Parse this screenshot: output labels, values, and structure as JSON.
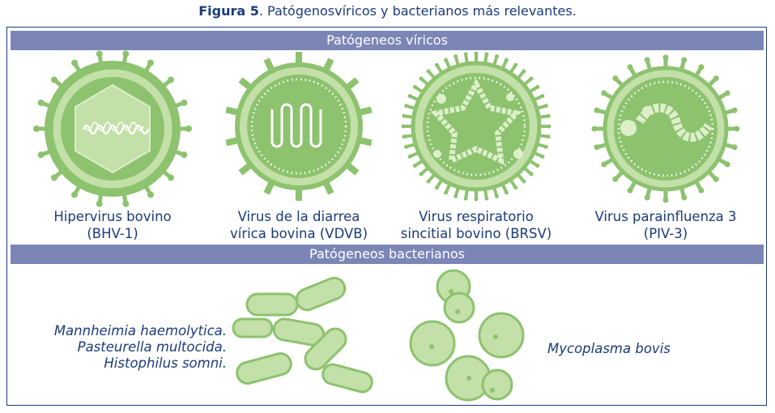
{
  "caption": {
    "bold": "Figura 5",
    "text": ". Patógenosvíricos y bacterianos más relevantes."
  },
  "viral_header": "Patógeneos víricos",
  "bacterial_header": "Patógeneos bacterianos",
  "viruses": [
    {
      "line1": "Hipervirus bovino",
      "line2": "(BHV-1)"
    },
    {
      "line1": "Virus de la diarrea",
      "line2": "vírica bovina (VDVB)"
    },
    {
      "line1": "Virus respiratorio",
      "line2": "sincitial bovino (BRSV)"
    },
    {
      "line1": "Virus parainfluenza 3",
      "line2": "(PIV-3)"
    }
  ],
  "bacteria": {
    "line1": "Mannheimia haemolytica.",
    "line2": "Pasteurella multocida.",
    "line3": "Histophilus somni.",
    "mycoplasma": "Mycoplasma bovis"
  },
  "colors": {
    "navy": "#1c3b7a",
    "band": "#7b86b6",
    "green": "#8dc26f",
    "light_green": "#c3e0a8",
    "pale_green": "#dcefc9",
    "outline": "#6fa84f"
  }
}
